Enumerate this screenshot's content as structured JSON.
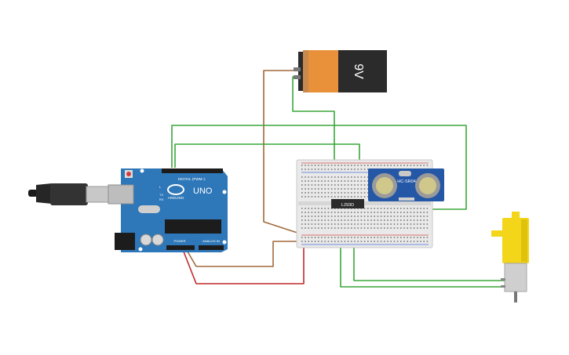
{
  "battery": {
    "label": "9V"
  },
  "arduino": {
    "logo_text": "ARDUINO",
    "model": "UNO",
    "header_digital": "DIGITAL (PWM~)",
    "header_power": "POWER",
    "header_analog": "ANALOG IN",
    "tx_label": "TX",
    "rx_label": "RX",
    "l_label": "L"
  },
  "driver_ic": {
    "label": "L293D"
  },
  "sensor": {
    "label": "HC-SR04"
  },
  "colors": {
    "wire_green": "#3aa63a",
    "wire_brown": "#a0693a",
    "wire_red": "#c0282a",
    "arduino_blue": "#2e77b8",
    "battery_orange": "#e8913a",
    "battery_black": "#2b2b2b",
    "motor_yellow": "#f3d51a",
    "breadboard": "#e9e9e9"
  }
}
